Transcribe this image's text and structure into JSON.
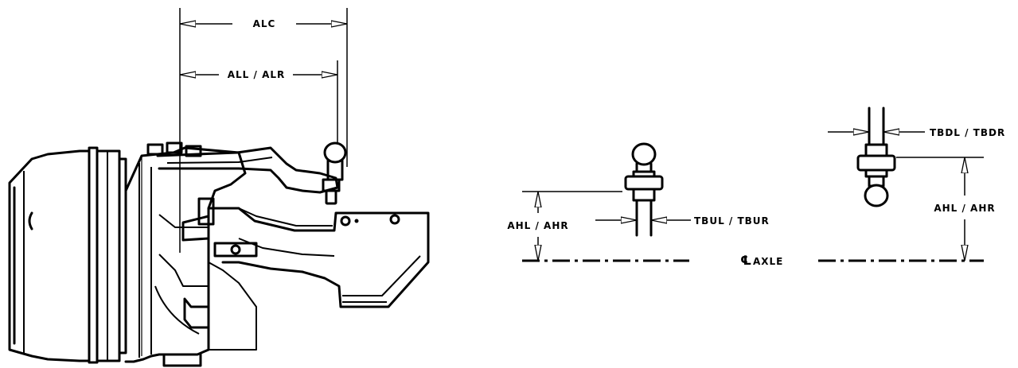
{
  "labels": {
    "alc": "ALC",
    "all_alr": "ALL / ALR",
    "ahl_ahr_center": "AHL / AHR",
    "tbul_tbur": "TBUL / TBUR",
    "axle_centerline": "AXLE",
    "centerline_symbol": "℄",
    "tbdl_tbdr": "TBDL / TBDR",
    "ahl_ahr_right": "AHL / AHR"
  }
}
